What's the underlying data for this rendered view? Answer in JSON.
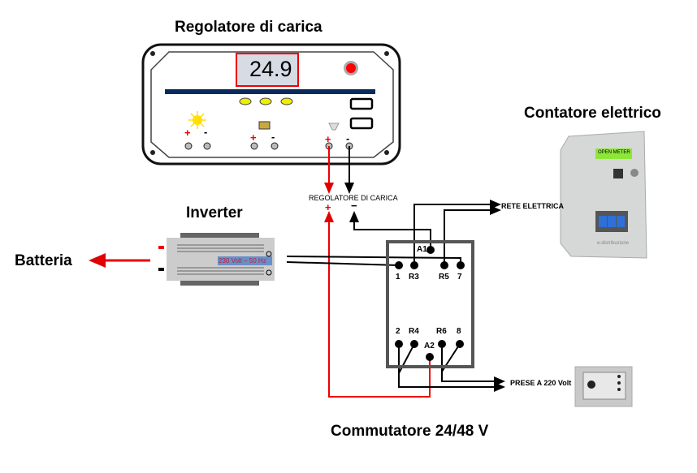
{
  "titles": {
    "regulator": "Regolatore di carica",
    "meter": "Contatore elettrico",
    "inverter": "Inverter",
    "battery": "Batteria",
    "switch": "Commutatore 24/48 V"
  },
  "regulator": {
    "display_value": "24.9",
    "plus": "+",
    "minus": "-"
  },
  "labels": {
    "regulator_terminals": "REGOLATORE DI CARICA",
    "plus": "+",
    "minus": "−",
    "grid": "RETE ELETTRICA",
    "sockets": "PRESE A 220 Volt",
    "inverter_rating": "230 Volt – 50 Hz",
    "meter_display": "OPEN METER",
    "meter_brand": "e-distribuzione"
  },
  "terminals": {
    "top": [
      "1",
      "R3",
      "R5",
      "7"
    ],
    "bottom": [
      "2",
      "R4",
      "R6",
      "8"
    ],
    "a1": "A1",
    "a2": "A2"
  },
  "colors": {
    "positive": "#e00000",
    "negative": "#000000",
    "regulator_bar": "#0b2a5c"
  }
}
